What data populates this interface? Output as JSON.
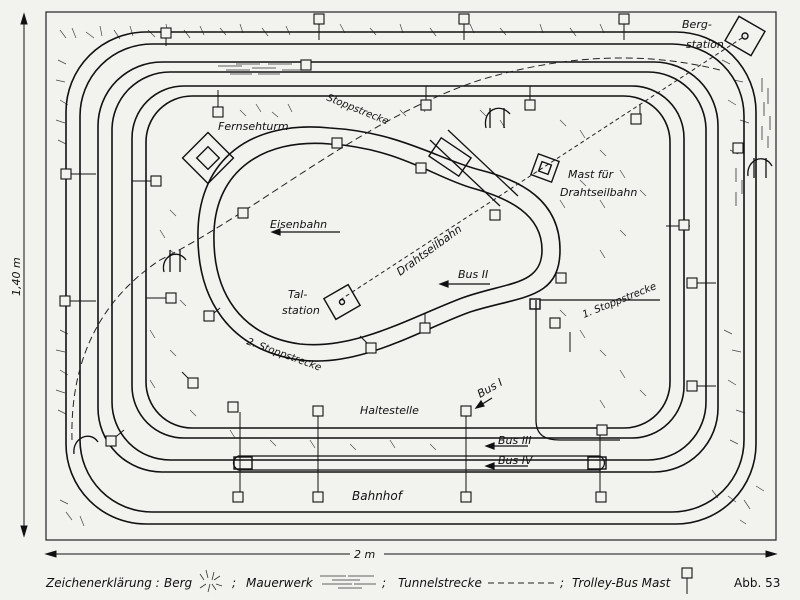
{
  "labels": {
    "berg_station": [
      "Berg-",
      "station"
    ],
    "fernsehturm": "Fernsehturm",
    "stoppstrecke_top": "Stoppstrecke",
    "mast_fuer": "Mast für",
    "drahtseilbahn_mast": "Drahtseilbahn",
    "eisenbahn": "Eisenbahn",
    "drahtseilbahn": "Drahtseilbahn",
    "tal_station": [
      "Tal-",
      "station"
    ],
    "bus_ii": "Bus II",
    "stoppstrecke_1": "1. Stoppstrecke",
    "stoppstrecke_2": "2. Stoppstrecke",
    "haltestelle": "Haltestelle",
    "bus_i": "Bus I",
    "bus_iii": "Bus III",
    "bus_iv": "Bus IV",
    "bahnhof": "Bahnhof"
  },
  "dimensions": {
    "height": "1,40 m",
    "width": "2 m"
  },
  "legend": {
    "title": "Zeichenerklärung :",
    "berg": "Berg",
    "mauerwerk": "Mauerwerk",
    "tunnelstrecke": "Tunnelstrecke",
    "trolley_bus_mast": "Trolley-Bus Mast",
    "figure": "Abb. 53"
  }
}
